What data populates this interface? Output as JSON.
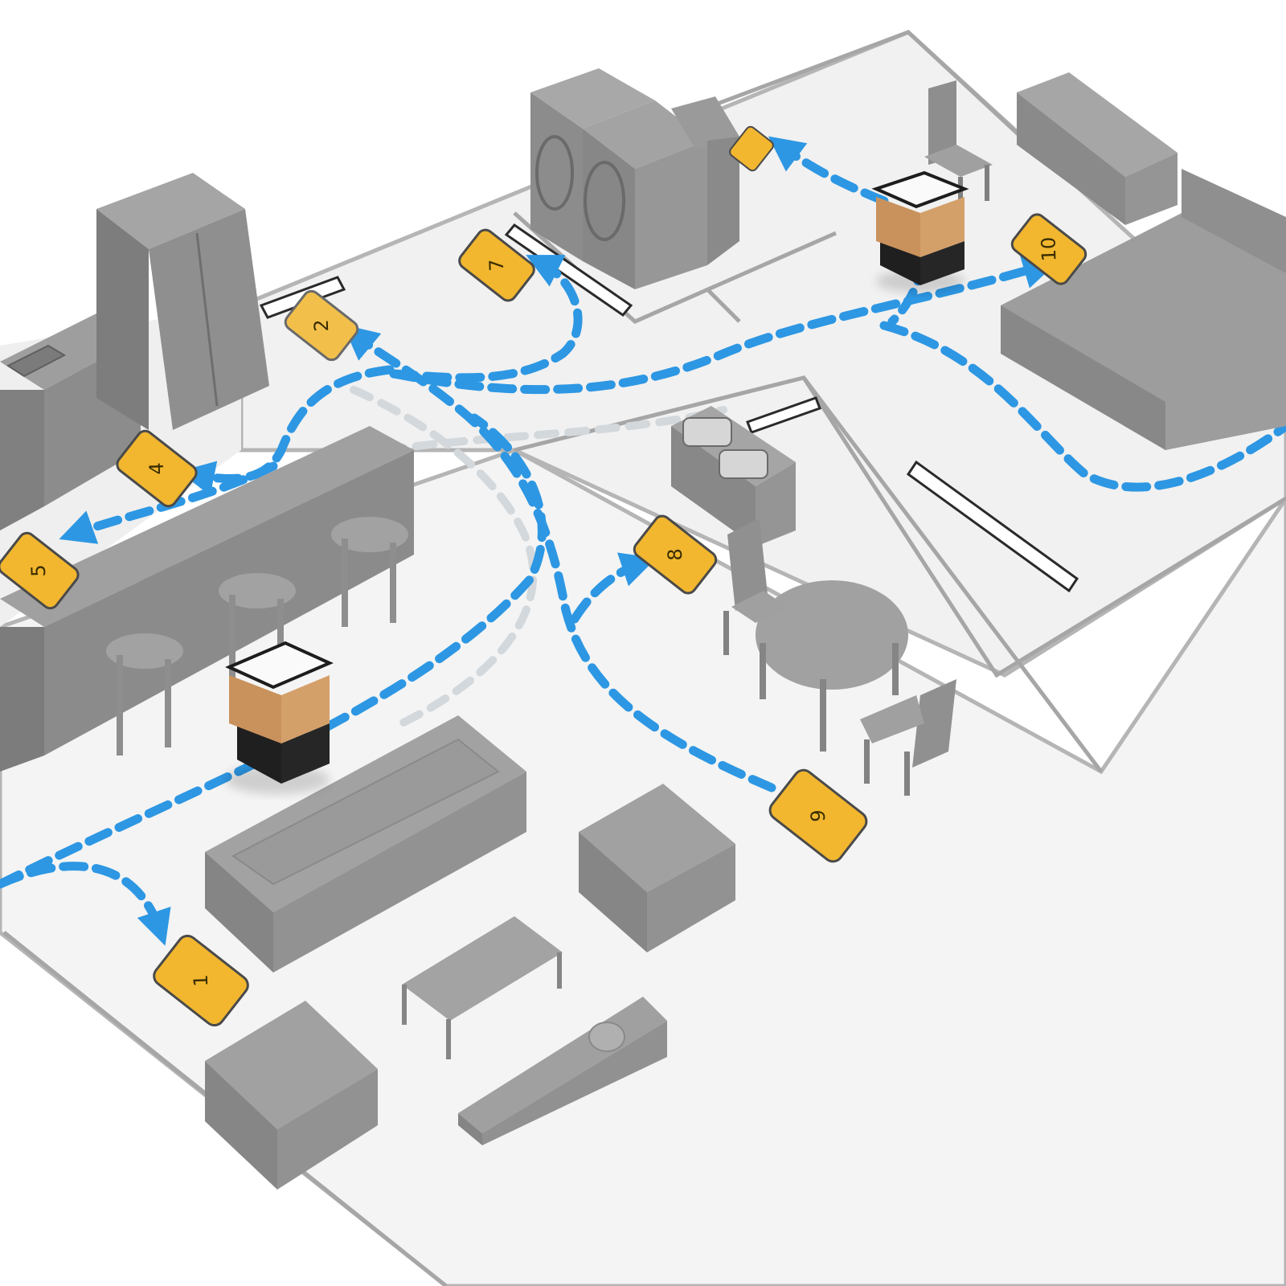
{
  "scene": "isometric floor plan with robot delivery waypoints",
  "colors": {
    "floor": "#ededed",
    "wall": "#a6a6a6",
    "furniture_top": "#9b9b9b",
    "furniture_left": "#7d7d7d",
    "furniture_right": "#8a8a8a",
    "marker_fill": "#f2b72f",
    "marker_border": "#4a4a4a",
    "path_active": "#2d97e3",
    "path_faded": "#d3d8dc",
    "robot_wood": "#c9925c",
    "robot_base": "#252525"
  },
  "markers": [
    {
      "id": "1",
      "label": "1"
    },
    {
      "id": "2",
      "label": "2"
    },
    {
      "id": "4",
      "label": "4"
    },
    {
      "id": "5",
      "label": "5"
    },
    {
      "id": "7",
      "label": "7"
    },
    {
      "id": "8",
      "label": "8"
    },
    {
      "id": "9",
      "label": "9"
    },
    {
      "id": "10",
      "label": "10"
    }
  ],
  "robots": [
    {
      "id": "robot-living"
    },
    {
      "id": "robot-bedroom"
    }
  ],
  "furniture": [
    "refrigerator",
    "kitchen-counter",
    "sink",
    "kitchen-island",
    "bar-stool",
    "washer",
    "dryer",
    "utility-sink",
    "dresser",
    "bed",
    "dining-table",
    "dining-chair",
    "storage-bins",
    "sofa",
    "armchair",
    "coffee-table",
    "tv-console"
  ],
  "icons": [
    "robot-icon",
    "waypoint-marker-icon",
    "path-arrow-icon"
  ]
}
